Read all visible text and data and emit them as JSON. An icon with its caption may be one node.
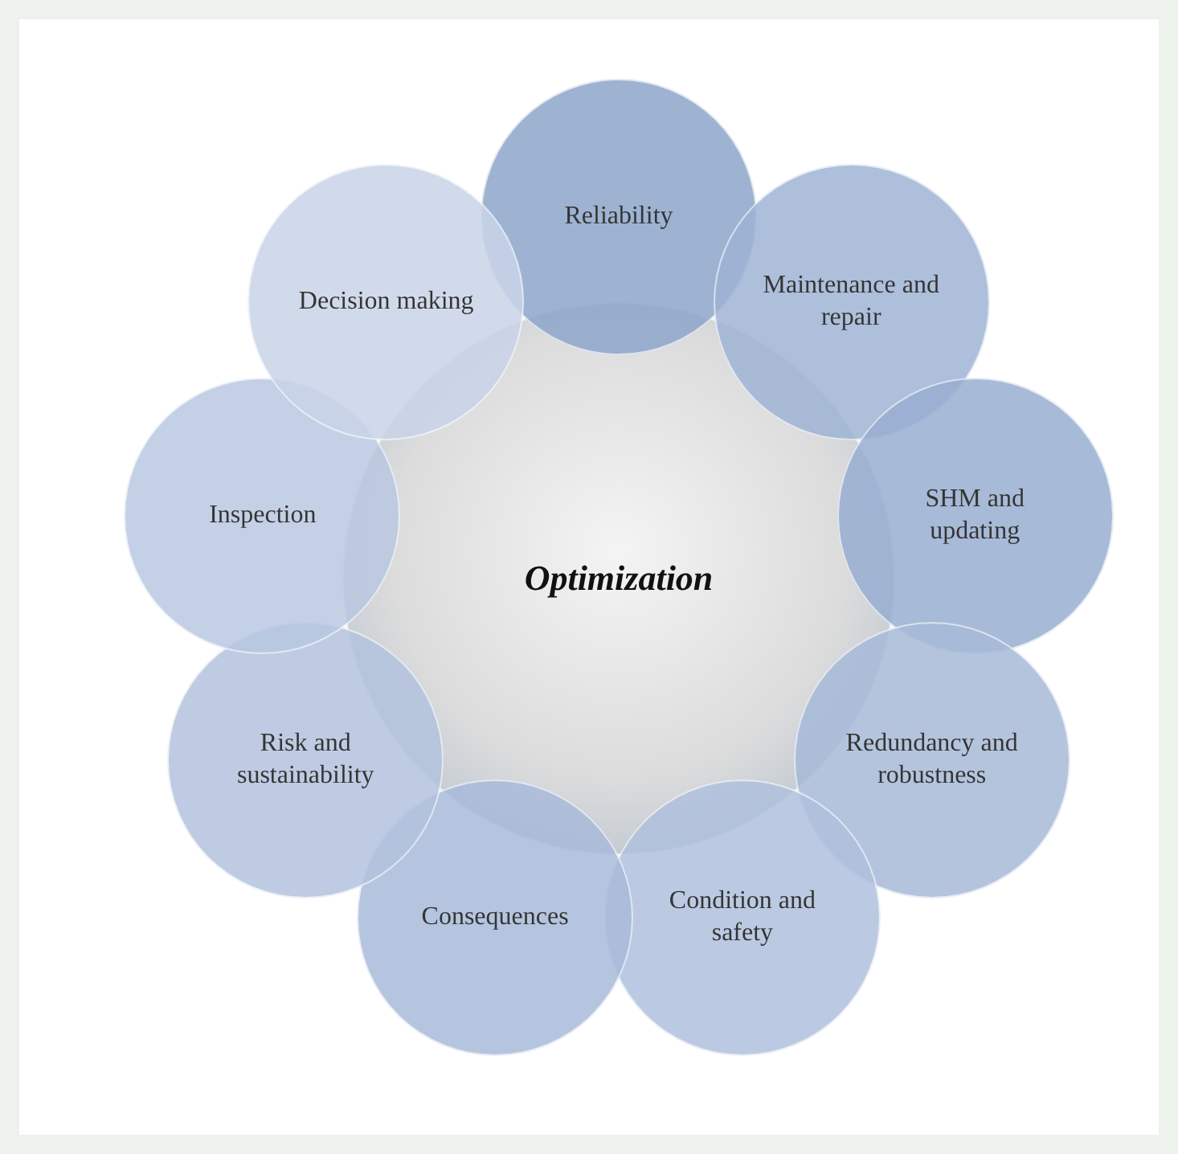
{
  "diagram": {
    "nodes": [
      {
        "text": [
          "Optimization"
        ]
      },
      {
        "text": [
          "Reliability"
        ]
      },
      {
        "text": [
          "Maintenance and repair"
        ]
      },
      {
        "text": [
          "SHM and updating"
        ]
      },
      {
        "text": [
          "Redundancy and robustness"
        ]
      },
      {
        "text": [
          "Condition and safety"
        ]
      },
      {
        "text": [
          "Consequences"
        ]
      },
      {
        "text": [
          "Risk and sustainability"
        ]
      },
      {
        "text": [
          "Inspection"
        ]
      },
      {
        "text": [
          "Decision making"
        ]
      }
    ]
  }
}
